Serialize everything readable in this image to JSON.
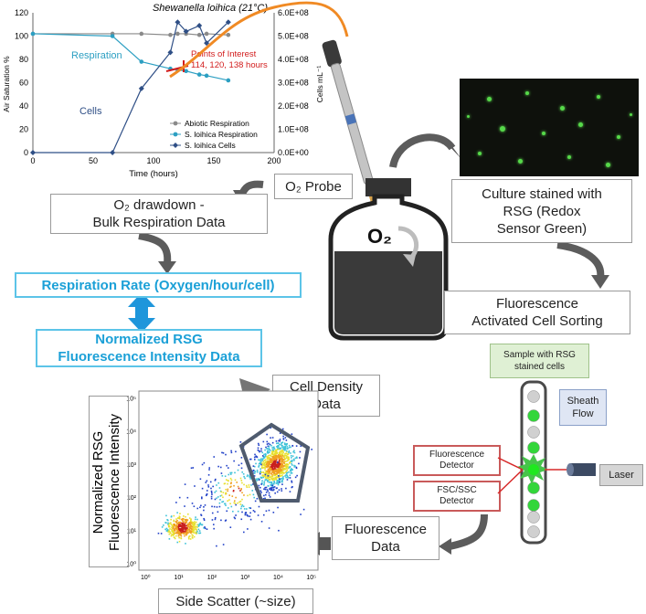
{
  "chart_top": {
    "type": "line",
    "title": "Shewanella loihica (21°C)",
    "xlabel": "Time (hours)",
    "ylabel_left": "Air Saturation %",
    "ylabel_right": "Cells mL⁻¹",
    "xlim": [
      0,
      200
    ],
    "ylim_left": [
      0,
      120
    ],
    "ylim_right": [
      0,
      600000000
    ],
    "xticks": [
      "0",
      "50",
      "100",
      "150",
      "200"
    ],
    "yticks_left": [
      "0",
      "20",
      "40",
      "60",
      "80",
      "100",
      "120"
    ],
    "yticks_right": [
      "0.0E+00",
      "1.0E+08",
      "2.0E+08",
      "3.0E+08",
      "4.0E+08",
      "5.0E+08",
      "6.0E+08"
    ],
    "series": [
      {
        "name": "Abiotic Respiration",
        "axis": "left",
        "color": "#8a8a8a",
        "x": [
          0,
          66,
          90,
          114,
          120,
          127,
          138,
          144,
          162
        ],
        "y": [
          102,
          102,
          102,
          101,
          102,
          102,
          101,
          102,
          101
        ]
      },
      {
        "name": "S. loihica Respiration",
        "axis": "left",
        "color": "#2c9fc2",
        "x": [
          0,
          66,
          90,
          114,
          120,
          127,
          138,
          144,
          162
        ],
        "y": [
          102,
          100,
          78,
          72,
          71,
          70,
          67,
          66,
          62
        ]
      },
      {
        "name": "S. loihica Cells",
        "axis": "right",
        "color": "#2f4f86",
        "x": [
          0,
          66,
          90,
          114,
          120,
          127,
          138,
          144,
          162
        ],
        "y": [
          0,
          0,
          275000000,
          430000000,
          560000000,
          520000000,
          545000000,
          470000000,
          560000000
        ]
      }
    ],
    "annotations": {
      "respiration": "Respiration",
      "cells": "Cells",
      "poi_line1": "Points of Interest",
      "poi_line2": "114, 120, 138 hours"
    },
    "colors": {
      "poi": "#d21c1c",
      "probe_cable": "#f08a24"
    }
  },
  "flowchart": {
    "o2_probe": "O₂ Probe",
    "drawdown_line1": "O₂ drawdown -",
    "drawdown_line2": "Bulk Respiration Data",
    "respiration_rate": "Respiration Rate (Oxygen/hour/cell)",
    "normalized_line1": "Normalized RSG",
    "normalized_line2": "Fluorescence Intensity Data",
    "bottle_label": "O₂",
    "culture_line1": "Culture stained with",
    "culture_line2": "RSG (Redox",
    "culture_line3": "Sensor Green)",
    "facs_line1": "Fluorescence",
    "facs_line2": "Activated Cell Sorting",
    "sample_line1": "Sample with RSG",
    "sample_line2": "stained cells",
    "sheath_line1": "Sheath",
    "sheath_line2": "Flow",
    "laser": "Laser",
    "fl_detector_line1": "Fluorescence",
    "fl_detector_line2": "Detector",
    "fsc_line1": "FSC/SSC",
    "fsc_line2": "Detector",
    "fl_data_line1": "Fluorescence",
    "fl_data_line2": "Data",
    "cell_density_line1": "Cell Density",
    "cell_density_line2": "Data"
  },
  "chart_scatter": {
    "type": "scatter",
    "xlabel": "Side Scatter (~size)",
    "ylabel_line1": "Normalized RSG",
    "ylabel_line2": "Fluorescence Intensity",
    "x_scale": "log",
    "y_scale": "log",
    "xticks": [
      "10⁰",
      "10¹",
      "10²",
      "10³",
      "10⁴",
      "10⁵"
    ],
    "yticks": [
      "10⁰",
      "10¹",
      "10²",
      "10³",
      "10⁴",
      "10⁵"
    ],
    "clusters": [
      {
        "center_log_x": 3.9,
        "center_log_y": 3.0,
        "count": 900
      },
      {
        "center_log_x": 1.1,
        "center_log_y": 1.1,
        "count": 450
      },
      {
        "center_log_x": 2.7,
        "center_log_y": 2.2,
        "count": 260
      }
    ]
  }
}
